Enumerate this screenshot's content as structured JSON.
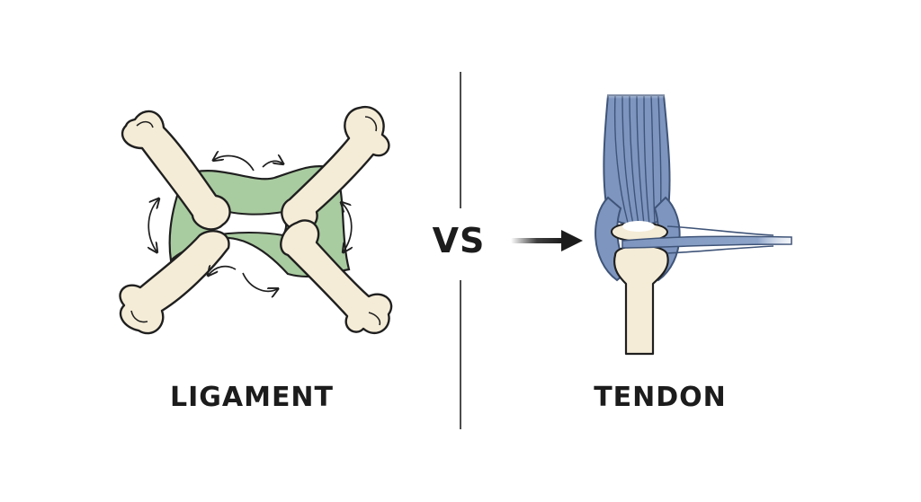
{
  "labels": {
    "left": "LIGAMENT",
    "separator": "VS",
    "right": "TENDON"
  },
  "colors": {
    "bone_fill": "#f5ecd7",
    "bone_stroke": "#1f1f1f",
    "ligament_fill": "#a9cba0",
    "tendon_fill": "#7e96bf",
    "tendon_dark": "#3f5478",
    "ink": "#1c1c1c"
  }
}
